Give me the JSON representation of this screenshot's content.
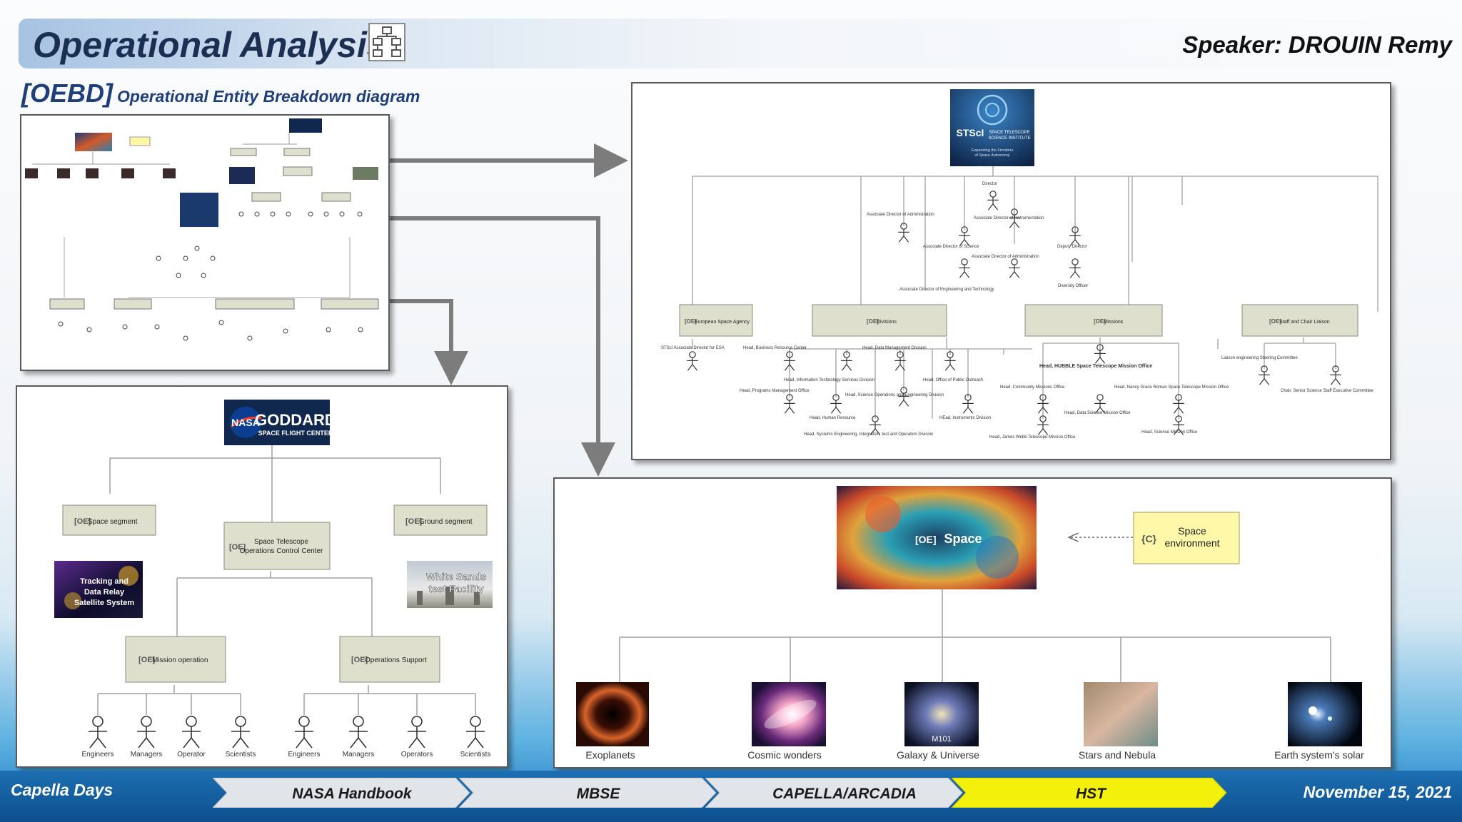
{
  "header": {
    "title": "Operational Analysis",
    "speaker": "Speaker: DROUIN Remy",
    "icon": "hierarchy-diagram-icon",
    "subtitle_code": "[OEBD]",
    "subtitle_text": "Operational Entity Breakdown diagram"
  },
  "goddard": {
    "logo_line1": "GODDARD",
    "logo_line2": "SPACE FLIGHT CENTER",
    "logo_nasa": "NASA",
    "space_segment": "Space segment",
    "ground_segment": "Ground segment",
    "stocc_line1": "Space Telescope",
    "stocc_line2": "Operations Control Center",
    "tdrss_line1": "Tracking and",
    "tdrss_line2": "Data Relay",
    "tdrss_line3": "Satellite System",
    "ws_line1": "White Sands",
    "ws_line2": "test Facility",
    "mission_operation": "Mission operation",
    "operations_support": "Operations Support",
    "actors": [
      "Engineers",
      "Managers",
      "Operator",
      "Scientists",
      "Engineers",
      "Managers",
      "Operators",
      "Scientists"
    ]
  },
  "stsci": {
    "logo_short": "STScI",
    "logo_line1": "SPACE TELESCOPE",
    "logo_line2": "SCIENCE INSTITUTE",
    "logo_tag1": "Expanding the Frontiers",
    "logo_tag2": "of Space Astronomy",
    "director": "Director",
    "assoc_admin_top": "Associate Director of Administration",
    "assoc_instr": "Associate Director of Instrumentation",
    "assoc_science": "Associate Director of Science",
    "deputy": "Deputy Director",
    "assoc_admin2": "Associate Director of Administration",
    "diversity": "Diversity Officer",
    "assoc_eng": "Associate Director of Engineering and Technology",
    "esa": "European Space Agency",
    "divisions": "Divisions",
    "missions": "Missions",
    "staff": "Staff and Chair Liaison",
    "esa_actor": "STScI Associate Director for ESA",
    "d1": "Head, Business Resource Center",
    "d2": "Head, Data Management Division",
    "d3": "Head, Information Technology Services Division",
    "d4": "Head, Office of Public Outreach",
    "d5": "Head, Programs Management Office",
    "d6": "Head, Science Operations and Engineering Division",
    "d7": "Head, Human Resource",
    "d8": "HEad, Instruments Division",
    "d9": "Head, Systems Engineering, Integration, test and Operation Division",
    "m1": "Head, HUBBLE Space Telescope Mission Office",
    "m2": "Head, Community Missions Office",
    "m3": "Head, Nancy Grace Roman Space Telescope Mission Office",
    "m4": "Head, Data Science Mission Office",
    "m5": "Head, James Webb Telescope Mission Office",
    "m6": "Head, Science Mission Office",
    "s1": "Liaison engineering Steering Committee",
    "s2": "Chair, Senior Science Staff Executive Committee"
  },
  "space": {
    "space_label": "Space",
    "env_line1": "Space",
    "env_line2": "environment",
    "env_stereotype": "{C}",
    "children": [
      "Exoplanets",
      "Cosmic wonders",
      "Galaxy & Universe",
      "Stars and Nebula",
      "Earth system's solar"
    ],
    "m101": "M101"
  },
  "footer": {
    "left": "Capella Days",
    "date": "November 15, 2021",
    "steps": [
      "NASA Handbook",
      "MBSE",
      "CAPELLA/ARCADIA",
      "HST"
    ],
    "active_step": "HST"
  },
  "colors": {
    "accent": "#1f3f7a",
    "box_fill": "#dedfcd",
    "footer": "#1266aa",
    "active_step": "#f3f10b"
  }
}
